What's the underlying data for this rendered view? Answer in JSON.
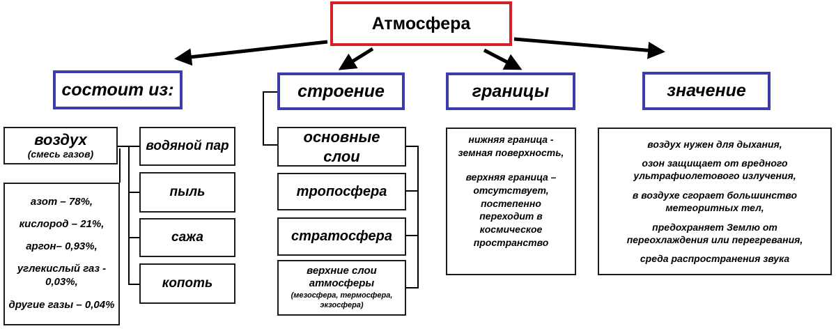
{
  "root": "Атмосфера",
  "categories": {
    "composition": "состоит из:",
    "structure": "строение",
    "borders": "границы",
    "significance": "значение"
  },
  "composition": {
    "air_title": "воздух",
    "air_sub": "(смесь газов)",
    "gases": [
      "азот – 78%,",
      "кислород – 21%,",
      "аргон– 0,93%,",
      "углекислый газ - 0,03%,",
      "другие газы – 0,04%"
    ],
    "impurities": [
      "водяной пар",
      "пыль",
      "сажа",
      "копоть"
    ]
  },
  "structure": {
    "main_layers": "основные слои",
    "layers": [
      "тропосфера",
      "стратосфера"
    ],
    "upper_title": "верхние слои атмосферы",
    "upper_sub": "(мезосфера, термосфера, экзосфера)"
  },
  "borders": {
    "lower": "нижняя граница - земная поверхность,",
    "upper": "верхняя граница – отсутствует, постепенно переходит в космическое пространство"
  },
  "significance": [
    "воздух нужен для дыхания,",
    "озон защищает от вредного ультрафиолетового излучения,",
    "в воздухе сгорает большинство метеоритных тел,",
    "предохраняет Землю от переохлаждения или перегревания,",
    "среда распространения звука"
  ]
}
